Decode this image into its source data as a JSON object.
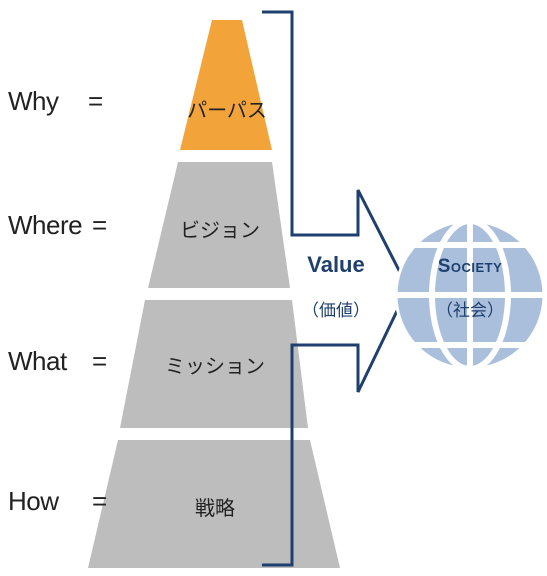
{
  "colors": {
    "apex": "#f2a43a",
    "tier": "#bdbdbd",
    "navy": "#1f3f6e",
    "globe_light": "#a9bfdc",
    "globe_mid": "#7f9ccb",
    "text": "#222222"
  },
  "pyramid": {
    "tiers": [
      {
        "question": "Why",
        "equals": "=",
        "label": "パーパス"
      },
      {
        "question": "Where",
        "equals": "=",
        "label": "ビジョン"
      },
      {
        "question": "What",
        "equals": "=",
        "label": "ミッション"
      },
      {
        "question": "How",
        "equals": "=",
        "label": "戦略"
      }
    ]
  },
  "value_arrow": {
    "title": "Value",
    "subtitle": "（価値）"
  },
  "society_globe": {
    "title": "Society",
    "subtitle": "（社会）"
  }
}
